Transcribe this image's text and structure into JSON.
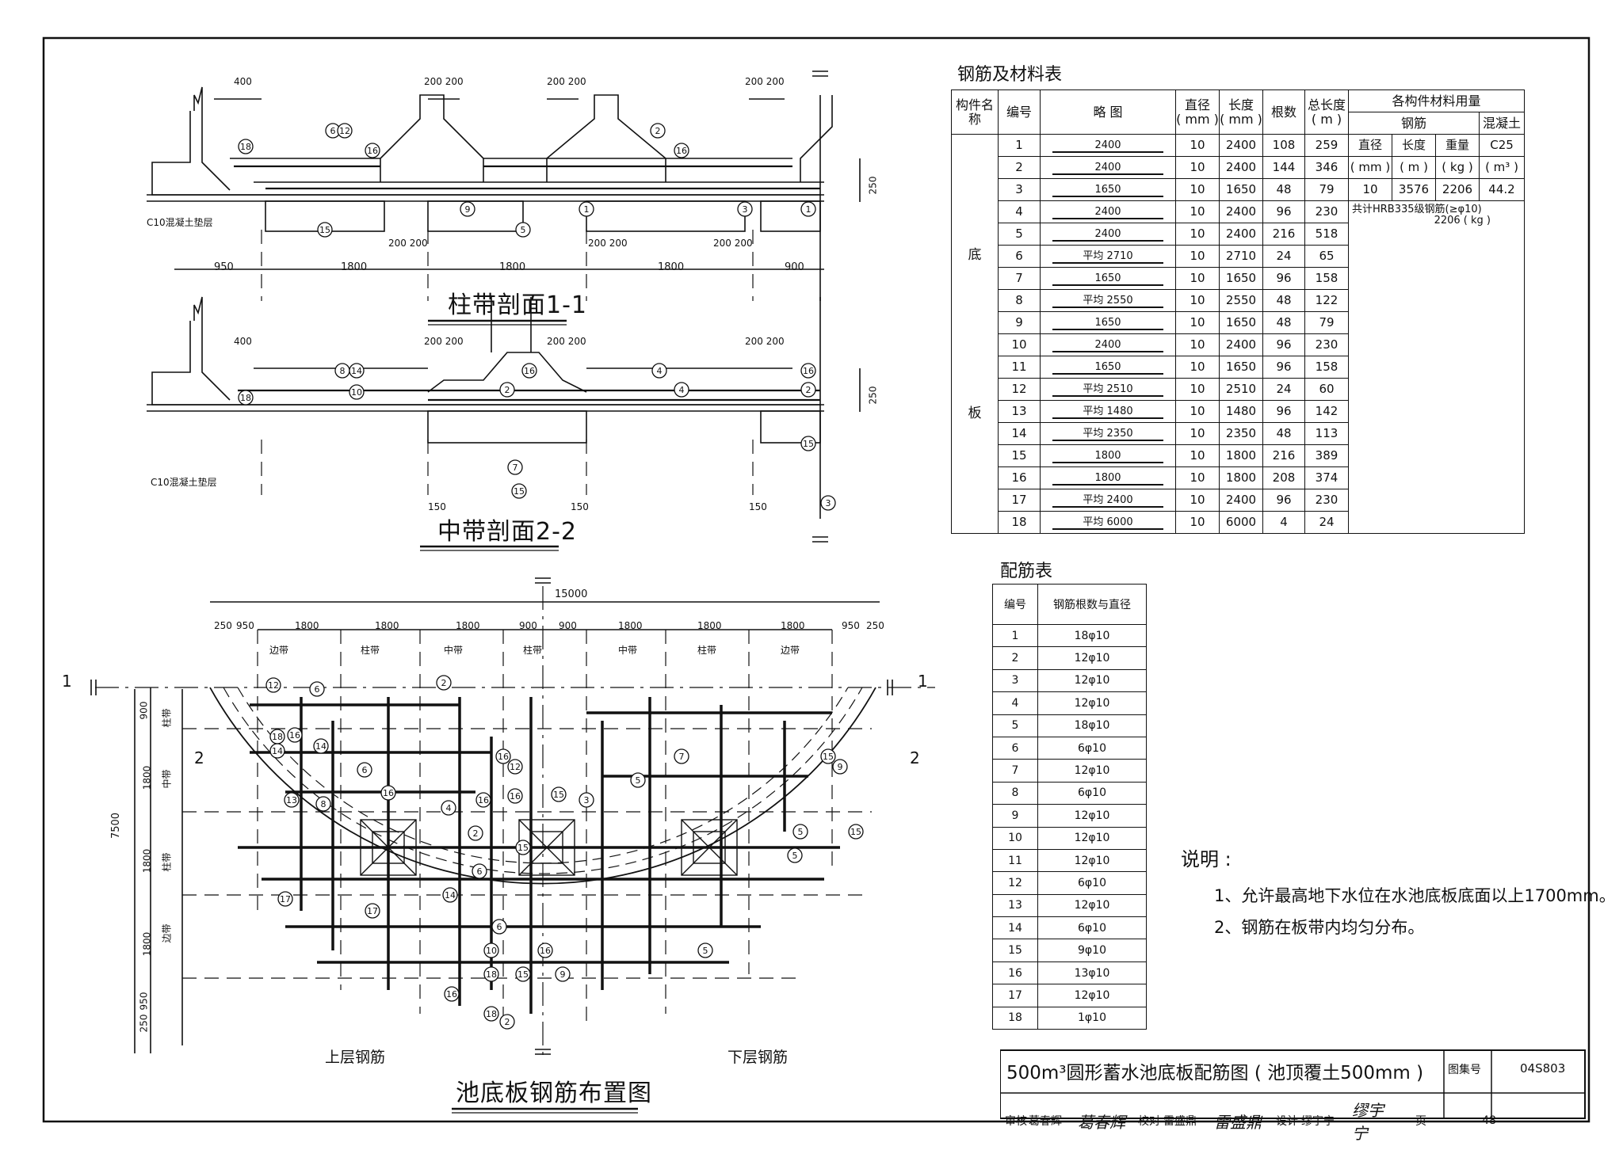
{
  "materials": {
    "title": "钢筋及材料表",
    "headers": {
      "component": "构件名称",
      "no": "编号",
      "sketch": "略 图",
      "dia": "直径",
      "dia_unit": "( mm )",
      "len": "长度",
      "len_unit": "( mm )",
      "count": "根数",
      "total": "总长度",
      "total_unit": "( m )",
      "group": "各构件材料用量",
      "rebar": "钢筋",
      "concrete": "混凝土",
      "sub_dia": "直径",
      "sub_dia_unit": "( mm )",
      "sub_len": "长度",
      "sub_len_unit": "( m )",
      "sub_weight": "重量",
      "sub_weight_unit": "( kg )",
      "sub_conc": "C25",
      "sub_conc_unit": "( m³ )"
    },
    "component_chars": [
      "底",
      "板"
    ],
    "rows": [
      {
        "no": "1",
        "sketch": "2400",
        "dia": "10",
        "len": "2400",
        "count": "108",
        "total": "259"
      },
      {
        "no": "2",
        "sketch": "2400",
        "dia": "10",
        "len": "2400",
        "count": "144",
        "total": "346"
      },
      {
        "no": "3",
        "sketch": "1650",
        "dia": "10",
        "len": "1650",
        "count": "48",
        "total": "79"
      },
      {
        "no": "4",
        "sketch": "2400",
        "dia": "10",
        "len": "2400",
        "count": "96",
        "total": "230"
      },
      {
        "no": "5",
        "sketch": "2400",
        "dia": "10",
        "len": "2400",
        "count": "216",
        "total": "518"
      },
      {
        "no": "6",
        "sketch": "平均 2710",
        "dia": "10",
        "len": "2710",
        "count": "24",
        "total": "65"
      },
      {
        "no": "7",
        "sketch": "1650",
        "dia": "10",
        "len": "1650",
        "count": "96",
        "total": "158"
      },
      {
        "no": "8",
        "sketch": "平均 2550",
        "dia": "10",
        "len": "2550",
        "count": "48",
        "total": "122"
      },
      {
        "no": "9",
        "sketch": "1650",
        "dia": "10",
        "len": "1650",
        "count": "48",
        "total": "79"
      },
      {
        "no": "10",
        "sketch": "2400",
        "dia": "10",
        "len": "2400",
        "count": "96",
        "total": "230"
      },
      {
        "no": "11",
        "sketch": "1650",
        "dia": "10",
        "len": "1650",
        "count": "96",
        "total": "158"
      },
      {
        "no": "12",
        "sketch": "平均 2510",
        "dia": "10",
        "len": "2510",
        "count": "24",
        "total": "60"
      },
      {
        "no": "13",
        "sketch": "平均 1480",
        "dia": "10",
        "len": "1480",
        "count": "96",
        "total": "142"
      },
      {
        "no": "14",
        "sketch": "平均 2350",
        "dia": "10",
        "len": "2350",
        "count": "48",
        "total": "113"
      },
      {
        "no": "15",
        "sketch": "1800",
        "dia": "10",
        "len": "1800",
        "count": "216",
        "total": "389"
      },
      {
        "no": "16",
        "sketch": "1800",
        "dia": "10",
        "len": "1800",
        "count": "208",
        "total": "374"
      },
      {
        "no": "17",
        "sketch": "平均 2400",
        "dia": "10",
        "len": "2400",
        "count": "96",
        "total": "230"
      },
      {
        "no": "18",
        "sketch": "平均 6000",
        "dia": "10",
        "len": "6000",
        "count": "4",
        "total": "24"
      }
    ],
    "summary": {
      "dia": "10",
      "len": "3576",
      "weight": "2206",
      "conc": "44.2"
    },
    "total_note": "共计HRB335级钢筋(≥φ10)",
    "total_weight": "2206 ( kg )"
  },
  "rebar_table": {
    "title": "配筋表",
    "header_no": "编号",
    "header_spec": "钢筋根数与直径",
    "rows": [
      {
        "no": "1",
        "spec": "18φ10"
      },
      {
        "no": "2",
        "spec": "12φ10"
      },
      {
        "no": "3",
        "spec": "12φ10"
      },
      {
        "no": "4",
        "spec": "12φ10"
      },
      {
        "no": "5",
        "spec": "18φ10"
      },
      {
        "no": "6",
        "spec": "6φ10"
      },
      {
        "no": "7",
        "spec": "12φ10"
      },
      {
        "no": "8",
        "spec": "6φ10"
      },
      {
        "no": "9",
        "spec": "12φ10"
      },
      {
        "no": "10",
        "spec": "12φ10"
      },
      {
        "no": "11",
        "spec": "12φ10"
      },
      {
        "no": "12",
        "spec": "6φ10"
      },
      {
        "no": "13",
        "spec": "12φ10"
      },
      {
        "no": "14",
        "spec": "6φ10"
      },
      {
        "no": "15",
        "spec": "9φ10"
      },
      {
        "no": "16",
        "spec": "13φ10"
      },
      {
        "no": "17",
        "spec": "12φ10"
      },
      {
        "no": "18",
        "spec": "1φ10"
      }
    ]
  },
  "notes": {
    "title": "说明 :",
    "items": [
      "1、允许最高地下水位在水池底板底面以上1700mm。",
      "2、钢筋在板带内均匀分布。"
    ]
  },
  "drawing": {
    "section1_title": "柱带剖面1-1",
    "section2_title": "中带剖面2-2",
    "plan_title": "池底板钢筋布置图",
    "upper_label": "上层钢筋",
    "lower_label": "下层钢筋",
    "cushion_label": "C10混凝土垫层",
    "s1_bottom_dims": [
      "950",
      "1800",
      "1800",
      "1800",
      "900"
    ],
    "s1_top_dims": [
      "400",
      "200 200",
      "200 200",
      "200 200"
    ],
    "s1_mid_dims": [
      "200 200",
      "200 200",
      "200 200"
    ],
    "s2_top_dims": [
      "400",
      "200 200",
      "200 200",
      "200 200"
    ],
    "s2_bottom_dims": [
      "150",
      "150",
      "150"
    ],
    "thickness": "250",
    "plan_top_dims": [
      "250",
      "950",
      "1800",
      "1800",
      "1800",
      "900",
      "900",
      "1800",
      "1800",
      "1800",
      "950",
      "250"
    ],
    "plan_bands": [
      "边带",
      "柱带",
      "中带",
      "柱带",
      "中带",
      "柱带",
      "边带"
    ],
    "plan_total": "15000",
    "plan_left_dims": [
      "900",
      "1800",
      "1800",
      "1800",
      "950",
      "250"
    ],
    "plan_left_bands": [
      "柱带",
      "中带",
      "柱带",
      "边带"
    ],
    "plan_left_total": "7500",
    "sec_marks": [
      "1",
      "1",
      "2",
      "2"
    ]
  },
  "title_block": {
    "title": "500m³圆形蓄水池底板配筋图 ( 池顶覆土500mm )",
    "atlas_label": "图集号",
    "atlas_no": "04S803",
    "review_label": "审核",
    "reviewer": "葛春辉",
    "check_label": "校对",
    "checker": "雷盛鼎",
    "design_label": "设计",
    "designer": "缪宇宁",
    "page_label": "页",
    "page_no": "48"
  }
}
